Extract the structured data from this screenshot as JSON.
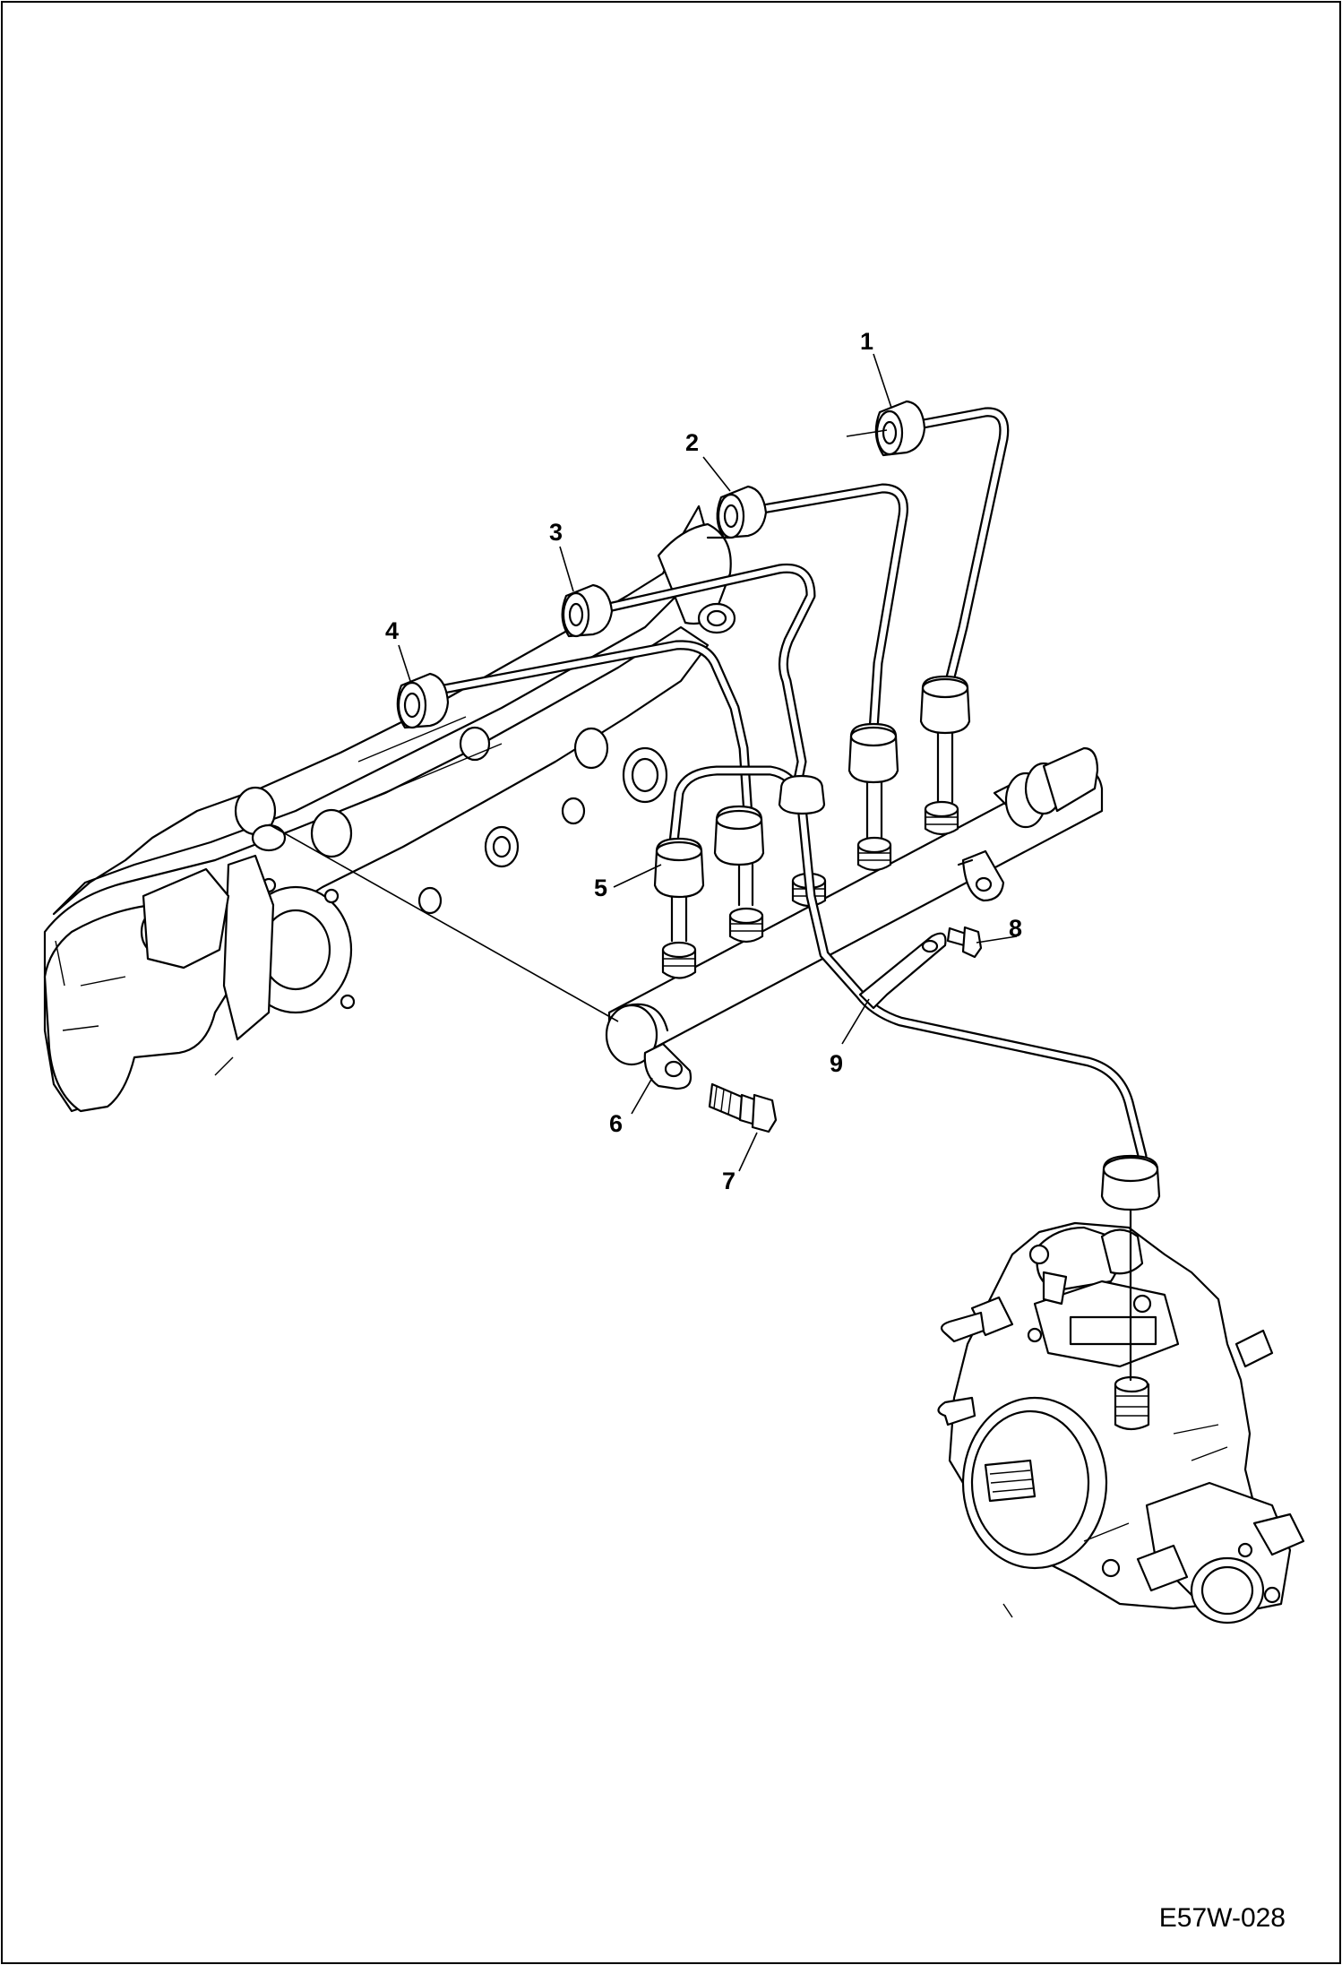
{
  "figure_ref": "E57W-028",
  "callouts": [
    "1",
    "2",
    "3",
    "4",
    "5",
    "6",
    "7",
    "8",
    "9"
  ]
}
